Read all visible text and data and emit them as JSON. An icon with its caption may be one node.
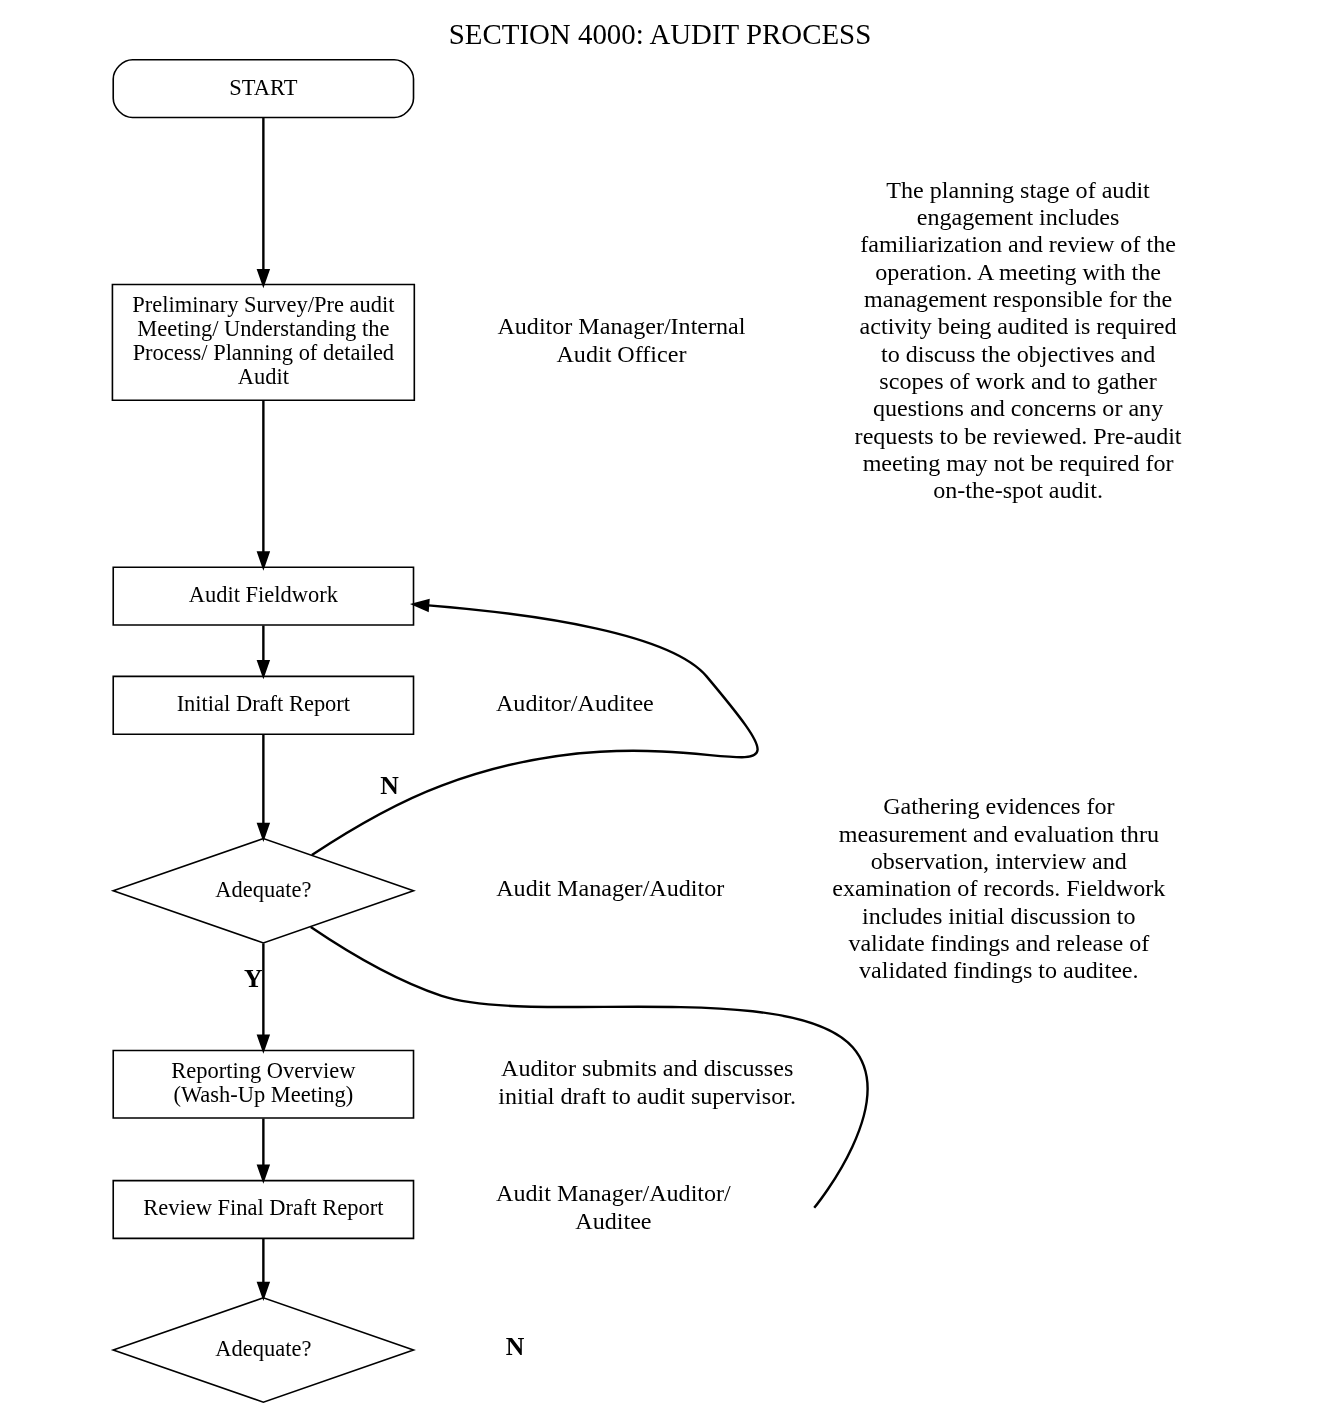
{
  "diagram": {
    "title": "SECTION 4000: AUDIT PROCESS",
    "nodes": [
      {
        "text": [
          "START"
        ]
      },
      {
        "text": [
          "Preliminary Survey/Pre audit Meeting/ Understanding the Process/ Planning of detailed Audit"
        ]
      },
      {
        "text": [
          "Audit Fieldwork"
        ]
      },
      {
        "text": [
          "Initial Draft Report"
        ]
      },
      {
        "text": [
          "Adequate?"
        ]
      },
      {
        "text": [
          "Reporting Overview (Wash-Up Meeting)"
        ]
      },
      {
        "text": [
          "Review Final Draft Report"
        ]
      },
      {
        "text": [
          "Adequate?"
        ]
      }
    ],
    "edges": [
      {
        "from": 0,
        "to": 1,
        "arrow": "to"
      },
      {
        "from": 1,
        "to": 2,
        "arrow": "to"
      },
      {
        "from": 2,
        "to": 3,
        "arrow": "to"
      },
      {
        "from": 3,
        "to": 4,
        "arrow": "to"
      },
      {
        "from": 4,
        "to": 2,
        "arrow": "to",
        "label": "N"
      },
      {
        "from": 4,
        "to": 5,
        "arrow": "to",
        "label": "Y"
      },
      {
        "from": 4,
        "to": null,
        "arrow": "none"
      },
      {
        "from": 5,
        "to": 6,
        "arrow": "to"
      },
      {
        "from": 6,
        "to": 7,
        "arrow": "to"
      }
    ],
    "labels": [
      "Auditor Manager/Internal Audit Officer",
      "The planning stage of audit engagement includes familiarization and review of the operation. A meeting with the management responsible for the activity being audited is required to discuss the objectives and scopes of work and to gather questions and concerns or any requests to be reviewed. Pre-audit meeting may not be required for on-the-spot audit.",
      "Auditor/Auditee",
      "Audit Manager/Auditor",
      "Gathering evidences for measurement and evaluation thru observation, interview and examination of records. Fieldwork includes initial discussion to validate findings and release of validated findings to auditee.",
      "Auditor submits and discusses initial draft to audit supervisor.",
      "Audit Manager/Auditor/ Auditee",
      "N"
    ]
  }
}
